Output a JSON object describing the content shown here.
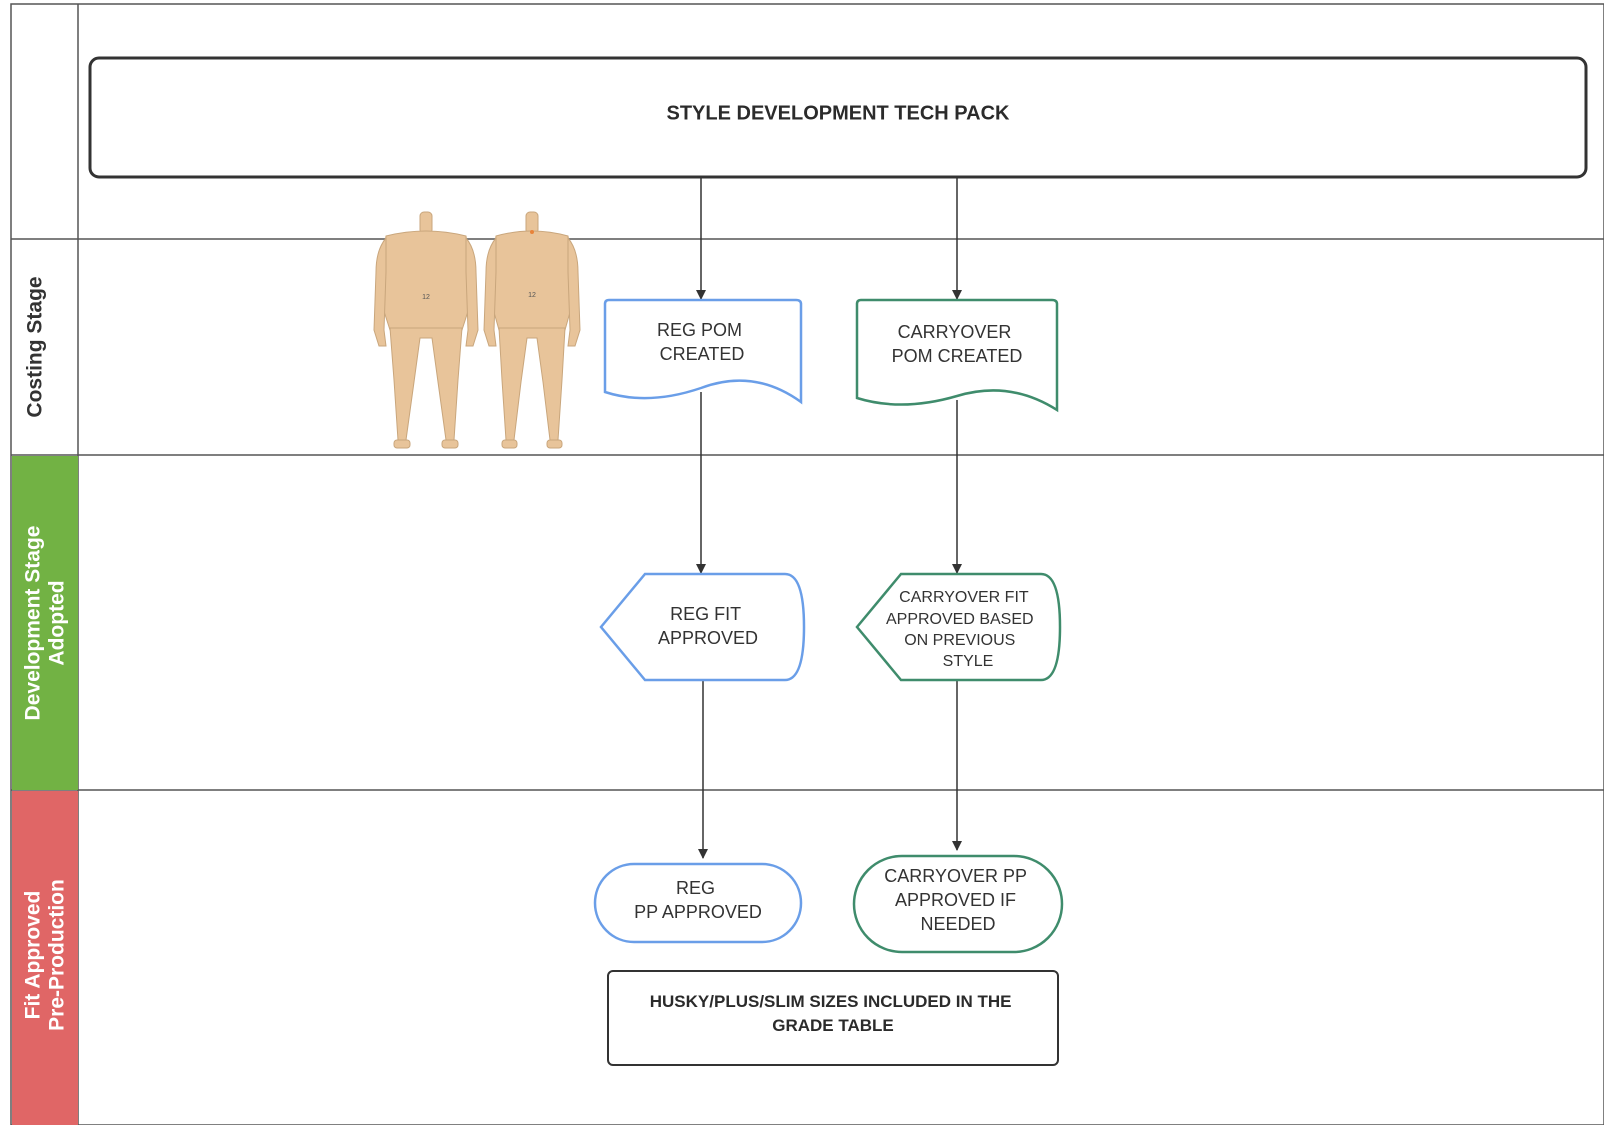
{
  "colors": {
    "blue": "#6a9ee8",
    "green": "#3f8c6c",
    "lane_dev": "#72b244",
    "lane_fit": "#e06666",
    "border": "#555555",
    "mannequin": "#e8c49a"
  },
  "lanes": {
    "costing": {
      "label": "Costing Stage"
    },
    "development": {
      "label_line1": "Development Stage",
      "label_line2": "Adopted"
    },
    "fit": {
      "label_line1": "Fit Approved",
      "label_line2": "Pre-Production"
    }
  },
  "nodes": {
    "tech_pack": {
      "label": "STYLE DEVELOPMENT TECH PACK"
    },
    "reg_pom": {
      "lines": [
        "REG POM",
        "CREATED"
      ]
    },
    "carryover_pom": {
      "lines": [
        "CARRYOVER",
        "POM CREATED"
      ]
    },
    "reg_fit": {
      "lines": [
        "REG  FIT",
        "APPROVED"
      ]
    },
    "carryover_fit": {
      "lines": [
        "CARRYOVER FIT",
        "APPROVED BASED",
        "ON PREVIOUS",
        "STYLE"
      ]
    },
    "reg_pp": {
      "lines": [
        "REG",
        "PP APPROVED"
      ]
    },
    "carryover_pp": {
      "lines": [
        "CARRYOVER PP",
        "APPROVED IF",
        "NEEDED"
      ]
    },
    "grade_table": {
      "lines": [
        "HUSKY/PLUS/SLIM SIZES INCLUDED IN THE",
        "GRADE TABLE"
      ]
    }
  },
  "mannequins": {
    "left": {
      "size_label": "12"
    },
    "right": {
      "size_label": "12"
    }
  }
}
